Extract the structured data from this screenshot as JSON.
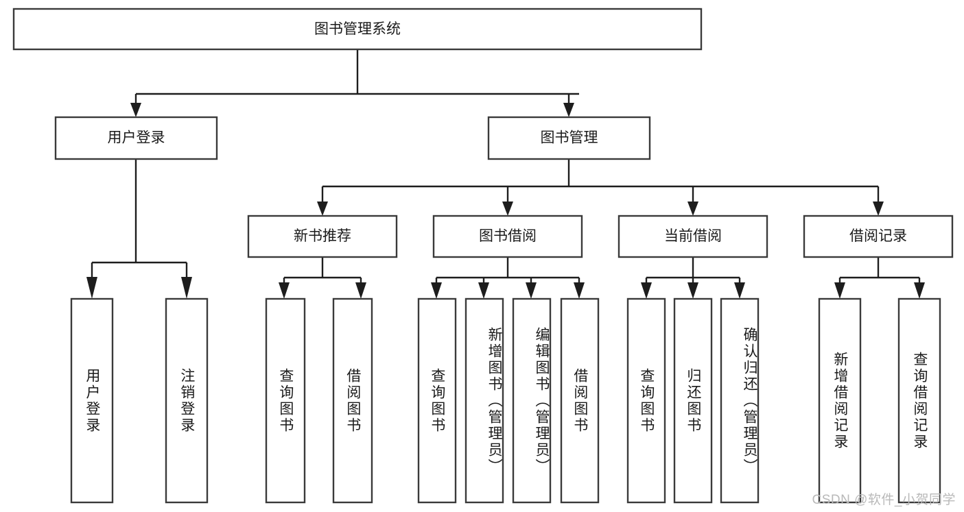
{
  "diagram": {
    "title": "图书管理系统",
    "type": "tree-hierarchy",
    "watermark": "CSDN @软件_小贺同学",
    "colors": {
      "box_stroke": "#3a3a3a",
      "connector": "#1d1d1d",
      "box_fill": "#ffffff",
      "background": "#ffffff",
      "text": "#1a1a1a",
      "watermark": "#b9b9b9"
    },
    "root": {
      "label": "图书管理系统"
    },
    "level2": [
      {
        "label": "用户登录"
      },
      {
        "label": "图书管理"
      }
    ],
    "level3": [
      {
        "label": "新书推荐"
      },
      {
        "label": "图书借阅"
      },
      {
        "label": "当前借阅"
      },
      {
        "label": "借阅记录"
      }
    ],
    "leaves": [
      {
        "label": "用户登录",
        "parent": "用户登录"
      },
      {
        "label": "注销登录",
        "parent": "用户登录"
      },
      {
        "label": "查询图书",
        "parent": "新书推荐"
      },
      {
        "label": "借阅图书",
        "parent": "新书推荐"
      },
      {
        "label": "查询图书",
        "parent": "图书借阅"
      },
      {
        "label": "新增图书（管理员）",
        "parent": "图书借阅"
      },
      {
        "label": "编辑图书（管理员）",
        "parent": "图书借阅"
      },
      {
        "label": "借阅图书",
        "parent": "图书借阅"
      },
      {
        "label": "查询图书",
        "parent": "当前借阅"
      },
      {
        "label": "归还图书",
        "parent": "当前借阅"
      },
      {
        "label": "确认归还（管理员）",
        "parent": "当前借阅"
      },
      {
        "label": "新增借阅记录",
        "parent": "借阅记录"
      },
      {
        "label": "查询借阅记录",
        "parent": "借阅记录"
      }
    ]
  }
}
